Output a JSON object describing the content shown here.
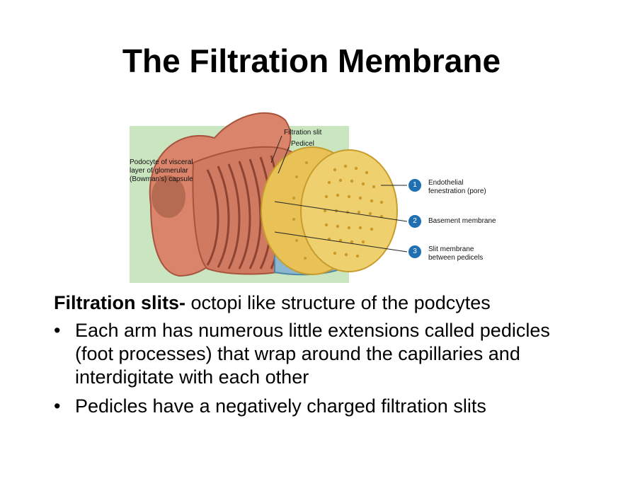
{
  "slide": {
    "title": "The Filtration Membrane"
  },
  "figure": {
    "labels": {
      "filtration_slit": "Filtration slit",
      "pedicel": "Pedicel",
      "podocyte": "Podocyte of  visceral\nlayer of glomerular\n(Bowman's) capsule"
    },
    "callouts": [
      {
        "number": "1",
        "text": "Endothelial\nfenestration (pore)"
      },
      {
        "number": "2",
        "text": "Basement membrane"
      },
      {
        "number": "3",
        "text": "Slit membrane\n between pedicels"
      }
    ],
    "colors": {
      "background_green": "#c9e6c0",
      "podocyte_pink": "#d9846b",
      "podocyte_dark": "#a8533d",
      "capillary_yellow": "#e8c157",
      "callout_blue": "#1f6fb2"
    }
  },
  "body": {
    "lead_bold": "Filtration slits-",
    "lead_rest": " octopi like structure of the podcytes",
    "bullet_glyph": "•",
    "bullets": [
      "Each arm has numerous little extensions called pedicles (foot processes) that wrap around the capillaries and interdigitate with each other",
      "Pedicles have a negatively charged filtration slits"
    ]
  }
}
